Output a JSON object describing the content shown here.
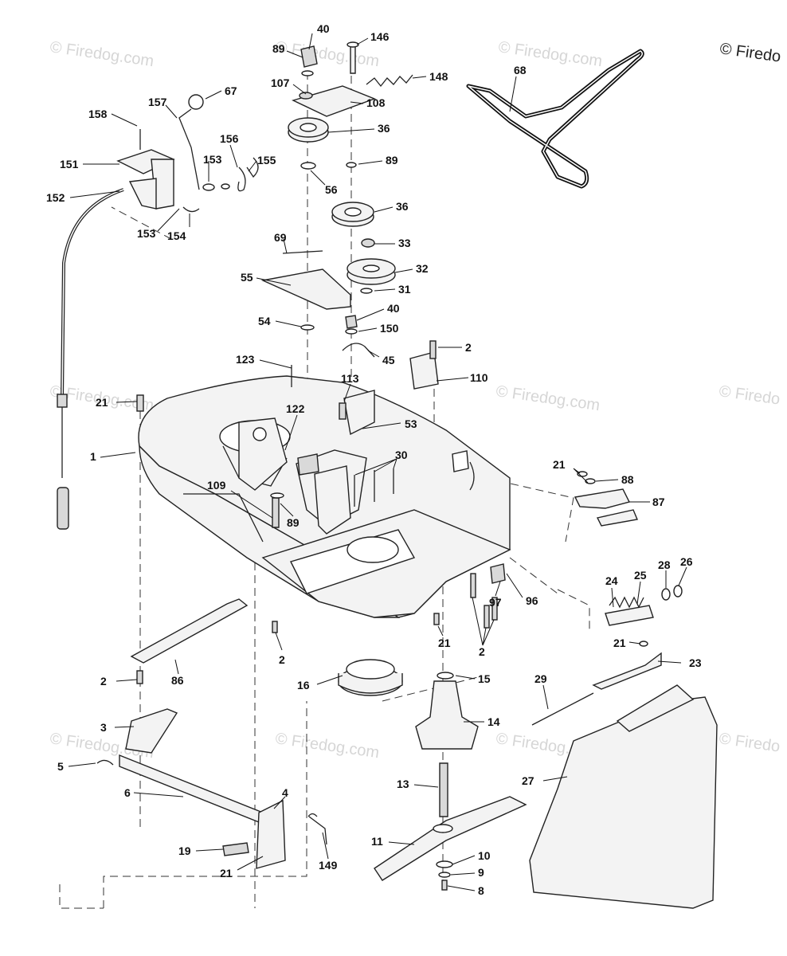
{
  "copyright": "© Firedo",
  "watermarks": [
    "© Firedog.com",
    "© Firedog.com",
    "© Firedog.com",
    "© Firedog.com",
    "© Firedog.com",
    "© Firedo",
    "© Firedog.com",
    "© Firedog.com",
    "© Firedog.com",
    "© Firedo"
  ],
  "colors": {
    "ink": "#111111",
    "watermark": "#d6d6d6",
    "deck_fill": "#f3f3f3"
  },
  "callouts": [
    {
      "id": "40a",
      "text": "40"
    },
    {
      "id": "89a",
      "text": "89"
    },
    {
      "id": "146",
      "text": "146"
    },
    {
      "id": "148",
      "text": "148"
    },
    {
      "id": "107",
      "text": "107"
    },
    {
      "id": "108",
      "text": "108"
    },
    {
      "id": "36a",
      "text": "36"
    },
    {
      "id": "89b",
      "text": "89"
    },
    {
      "id": "56",
      "text": "56"
    },
    {
      "id": "36b",
      "text": "36"
    },
    {
      "id": "33",
      "text": "33"
    },
    {
      "id": "32",
      "text": "32"
    },
    {
      "id": "31",
      "text": "31"
    },
    {
      "id": "40b",
      "text": "40"
    },
    {
      "id": "150",
      "text": "150"
    },
    {
      "id": "45",
      "text": "45"
    },
    {
      "id": "68",
      "text": "68"
    },
    {
      "id": "67",
      "text": "67"
    },
    {
      "id": "157",
      "text": "157"
    },
    {
      "id": "158",
      "text": "158"
    },
    {
      "id": "156",
      "text": "156"
    },
    {
      "id": "153a",
      "text": "153"
    },
    {
      "id": "155",
      "text": "155"
    },
    {
      "id": "151",
      "text": "151"
    },
    {
      "id": "152",
      "text": "152"
    },
    {
      "id": "153b",
      "text": "153"
    },
    {
      "id": "154",
      "text": "154"
    },
    {
      "id": "69",
      "text": "69"
    },
    {
      "id": "55",
      "text": "55"
    },
    {
      "id": "54",
      "text": "54"
    },
    {
      "id": "123",
      "text": "123"
    },
    {
      "id": "2a",
      "text": "2"
    },
    {
      "id": "110",
      "text": "110"
    },
    {
      "id": "113",
      "text": "113"
    },
    {
      "id": "53",
      "text": "53"
    },
    {
      "id": "21a",
      "text": "21"
    },
    {
      "id": "122",
      "text": "122"
    },
    {
      "id": "1",
      "text": "1"
    },
    {
      "id": "30",
      "text": "30"
    },
    {
      "id": "21b",
      "text": "21"
    },
    {
      "id": "88",
      "text": "88"
    },
    {
      "id": "87",
      "text": "87"
    },
    {
      "id": "109",
      "text": "109"
    },
    {
      "id": "89c",
      "text": "89"
    },
    {
      "id": "28",
      "text": "28"
    },
    {
      "id": "26",
      "text": "26"
    },
    {
      "id": "24",
      "text": "24"
    },
    {
      "id": "25",
      "text": "25"
    },
    {
      "id": "97",
      "text": "97"
    },
    {
      "id": "96",
      "text": "96"
    },
    {
      "id": "21c",
      "text": "21"
    },
    {
      "id": "23",
      "text": "23"
    },
    {
      "id": "2b",
      "text": "2"
    },
    {
      "id": "21d",
      "text": "21"
    },
    {
      "id": "2c",
      "text": "2"
    },
    {
      "id": "2d",
      "text": "2"
    },
    {
      "id": "86",
      "text": "86"
    },
    {
      "id": "16",
      "text": "16"
    },
    {
      "id": "15",
      "text": "15"
    },
    {
      "id": "29",
      "text": "29"
    },
    {
      "id": "3",
      "text": "3"
    },
    {
      "id": "14",
      "text": "14"
    },
    {
      "id": "5",
      "text": "5"
    },
    {
      "id": "6",
      "text": "6"
    },
    {
      "id": "27",
      "text": "27"
    },
    {
      "id": "13",
      "text": "13"
    },
    {
      "id": "4",
      "text": "4"
    },
    {
      "id": "11",
      "text": "11"
    },
    {
      "id": "149",
      "text": "149"
    },
    {
      "id": "19",
      "text": "19"
    },
    {
      "id": "10",
      "text": "10"
    },
    {
      "id": "9",
      "text": "9"
    },
    {
      "id": "21e",
      "text": "21"
    },
    {
      "id": "8",
      "text": "8"
    }
  ]
}
